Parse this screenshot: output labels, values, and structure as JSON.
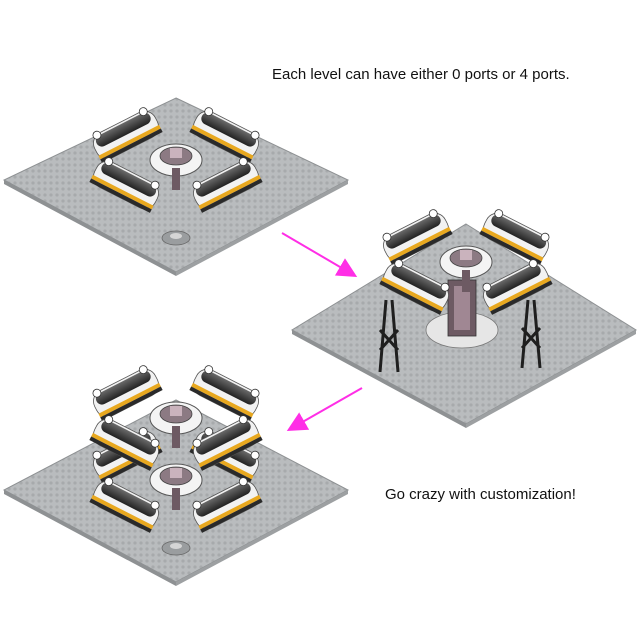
{
  "captions": {
    "top": "Each level can have either 0 ports or 4 ports.",
    "bottom": "Go crazy with customization!"
  },
  "colors": {
    "arrow": "#ff2ee6",
    "baseplate": "#b9bcbe",
    "baseplate_edge": "#8e9193",
    "module_white": "#f2f2f2",
    "glass": "#3a3a3a",
    "trim_yellow": "#e8a81f",
    "dark": "#2a2a2a"
  },
  "scenes": [
    {
      "name": "single-level-station",
      "levels": 1,
      "legs": false
    },
    {
      "name": "raised-station-on-legs",
      "levels": 1,
      "legs": true
    },
    {
      "name": "stacked-station",
      "levels": 2,
      "legs": false
    }
  ]
}
